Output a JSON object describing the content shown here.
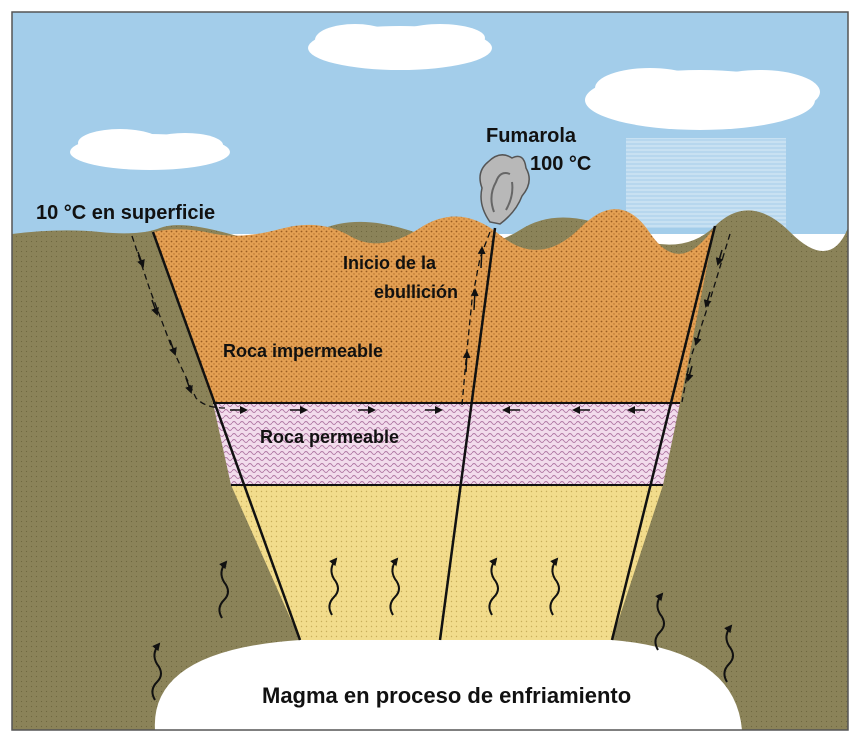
{
  "labels": {
    "surface_temp": "10 °C en superficie",
    "fumarole_name": "Fumarola",
    "fumarole_temp": "100 °C",
    "boiling_line1": "Inicio de la",
    "boiling_line2": "ebullición",
    "impermeable_rock": "Roca impermeable",
    "permeable_rock": "Roca permeable",
    "magma": "Magma en proceso de enfriamiento"
  },
  "colors": {
    "sky": "#a3cdea",
    "cloud": "#ffffff",
    "ground": "#8b8359",
    "impermeable_fill": "#e4a053",
    "impermeable_dots": "#9a5c20",
    "permeable_fill": "#f2dcec",
    "permeable_wave": "#b078a4",
    "reservoir_fill": "#f2dc8c",
    "reservoir_dots": "#c8ae5c",
    "magma_fill": "#ffffff",
    "line": "#111111",
    "steam": "#9a9a9a"
  },
  "icons": {
    "fumarole": "steam-plume-icon",
    "arrows": "flow-arrow-icon",
    "heat": "wavy-heat-arrow-icon"
  }
}
